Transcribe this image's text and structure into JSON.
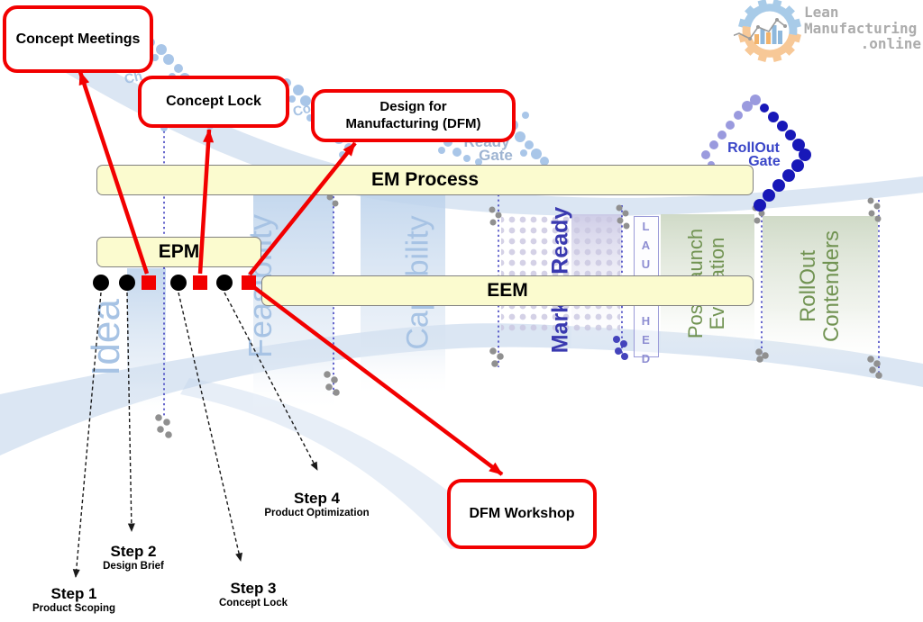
{
  "logo": {
    "line1": "Lean",
    "line2": "Manufacturing",
    "line3": ".online"
  },
  "callouts": {
    "concept_meetings": "Concept Meetings",
    "concept_lock": "Concept Lock",
    "dfm_line1": "Design for",
    "dfm_line2": "Manufacturing (DFM)",
    "dfm_workshop": "DFM Workshop"
  },
  "bars": {
    "em_process": "EM Process",
    "epm": "EPM",
    "eem": "EEM"
  },
  "phases": {
    "idea": "Idea",
    "feasibility": "Feasibility",
    "capability": "Capability",
    "market_ready": "Market Ready",
    "launched": "LAUNCHED",
    "post_launch_line1": "Post Launch",
    "post_launch_line2": "Evaluation",
    "rollout_line1": "RollOut",
    "rollout_line2": "Contenders"
  },
  "gates": {
    "ready_line1": "Ready",
    "ready_line2": "Gate",
    "rollout_line1": "RollOut",
    "rollout_line2": "Gate",
    "fragment_charter": "Ch",
    "fragment_concept": "Co"
  },
  "steps": [
    {
      "title": "Step 1",
      "subtitle": "Product Scoping"
    },
    {
      "title": "Step 2",
      "subtitle": "Design Brief"
    },
    {
      "title": "Step 3",
      "subtitle": "Concept Lock"
    },
    {
      "title": "Step 4",
      "subtitle": "Product Optimization"
    }
  ],
  "colors": {
    "accent_red": "#F20000",
    "bar_fill": "#FBFBCF",
    "bar_border": "#808080",
    "phase_blue": "#A7C3E4",
    "swoosh_blue": "#B7CDE8",
    "navy": "#3A3AB0",
    "green": "#719352",
    "ready_gate_blue": "#9EB4D2",
    "rollout_gate_blue": "#3A46C8",
    "launched_purple": "#8E8ED2",
    "logo_gray": "#ACACAC",
    "logo_orange": "#F7C897",
    "logo_blue": "#A8CBE8"
  }
}
